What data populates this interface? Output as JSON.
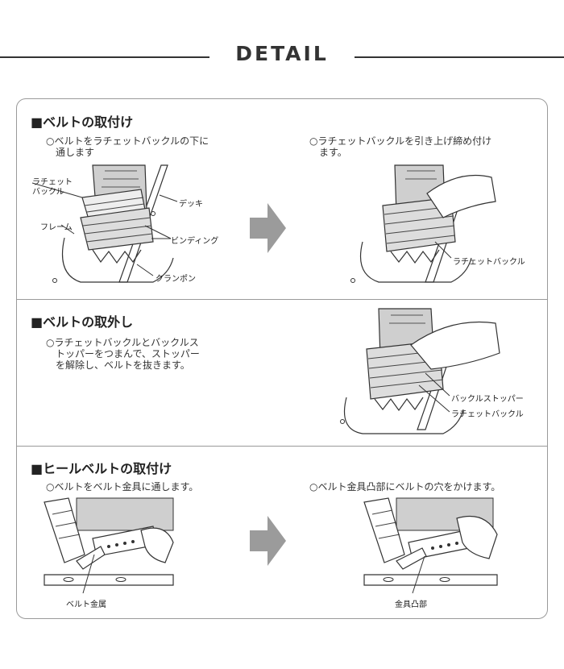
{
  "header": {
    "title": "DETAIL"
  },
  "sections": [
    {
      "title": "■ベルトの取付け",
      "step1": {
        "note_line1": "○ベルトをラチェットバックルの下に",
        "note_line2": "通します"
      },
      "step1_labels": {
        "ratchet_line1": "ラチェット",
        "ratchet_line2": "バックル",
        "frame": "フレーム",
        "deck": "デッキ",
        "binding": "ビンディング",
        "crampon": "クランポン"
      },
      "step2": {
        "note_line1": "○ラチェットバックルを引き上げ締め付け",
        "note_line2": "ます。"
      },
      "step2_labels": {
        "ratchet": "ラチェットバックル"
      }
    },
    {
      "title": "■ベルトの取外し",
      "step1": {
        "note_line1": "○ラチェットバックルとバックルス",
        "note_line2": "トッパーをつまんで、ストッパー",
        "note_line3": "を解除し、ベルトを抜きます。"
      },
      "labels": {
        "stopper": "バックルストッパー",
        "ratchet": "ラチェットバックル"
      }
    },
    {
      "title": "■ヒールベルトの取付け",
      "step1": {
        "note": "○ベルトをベルト金具に通します。"
      },
      "step1_labels": {
        "metal": "ベルト金属"
      },
      "step2": {
        "note": "○ベルト金具凸部にベルトの穴をかけます。"
      },
      "step2_labels": {
        "protrusion": "金具凸部"
      }
    }
  ],
  "colors": {
    "line": "#333333",
    "arrow": "#9b9b9b",
    "boot": "#cfcfcf",
    "border": "#9a9a9a"
  }
}
